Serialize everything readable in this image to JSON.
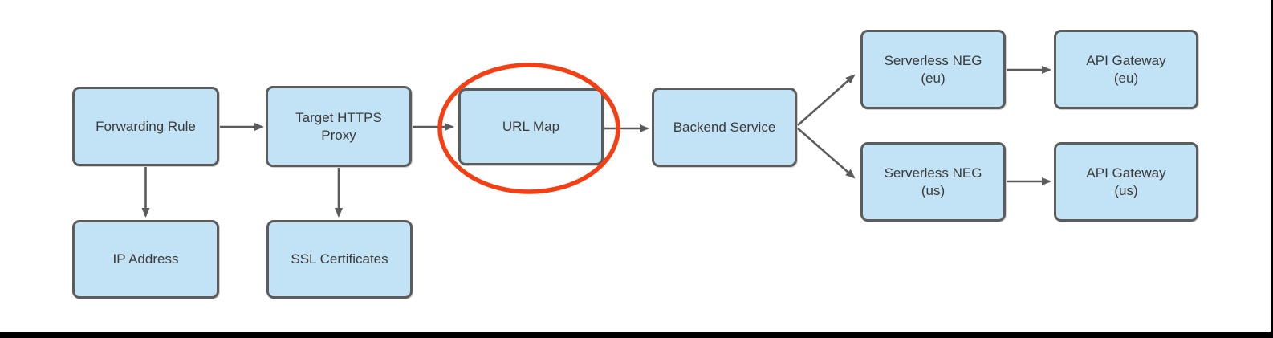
{
  "diagram": {
    "description": "Google Cloud external HTTPS load balancer architecture flow diagram",
    "nodes": [
      {
        "id": "forwarding-rule",
        "label": "Forwarding Rule"
      },
      {
        "id": "target-https-proxy",
        "label": "Target HTTPS\nProxy"
      },
      {
        "id": "url-map",
        "label": "URL Map"
      },
      {
        "id": "backend-service",
        "label": "Backend Service"
      },
      {
        "id": "serverless-neg-eu",
        "label": "Serverless NEG\n(eu)"
      },
      {
        "id": "api-gateway-eu",
        "label": "API Gateway\n(eu)"
      },
      {
        "id": "serverless-neg-us",
        "label": "Serverless NEG\n(us)"
      },
      {
        "id": "api-gateway-us",
        "label": "API Gateway\n(us)"
      },
      {
        "id": "ip-address",
        "label": "IP Address"
      },
      {
        "id": "ssl-certificates",
        "label": "SSL Certificates"
      }
    ],
    "edges": [
      {
        "from": "forwarding-rule",
        "to": "target-https-proxy"
      },
      {
        "from": "target-https-proxy",
        "to": "url-map"
      },
      {
        "from": "url-map",
        "to": "backend-service"
      },
      {
        "from": "backend-service",
        "to": "serverless-neg-eu"
      },
      {
        "from": "backend-service",
        "to": "serverless-neg-us"
      },
      {
        "from": "serverless-neg-eu",
        "to": "api-gateway-eu"
      },
      {
        "from": "serverless-neg-us",
        "to": "api-gateway-us"
      },
      {
        "from": "forwarding-rule",
        "to": "ip-address"
      },
      {
        "from": "target-https-proxy",
        "to": "ssl-certificates"
      }
    ],
    "annotation": {
      "type": "ellipse-highlight",
      "target": "url-map",
      "color": "#f43e14"
    },
    "colors": {
      "node_fill": "#c2e2f5",
      "node_border": "#5c5c5c",
      "arrow": "#5b5b5b",
      "text": "#3b3b3b",
      "highlight": "#f43e14",
      "screen_edge": "#000000"
    }
  }
}
